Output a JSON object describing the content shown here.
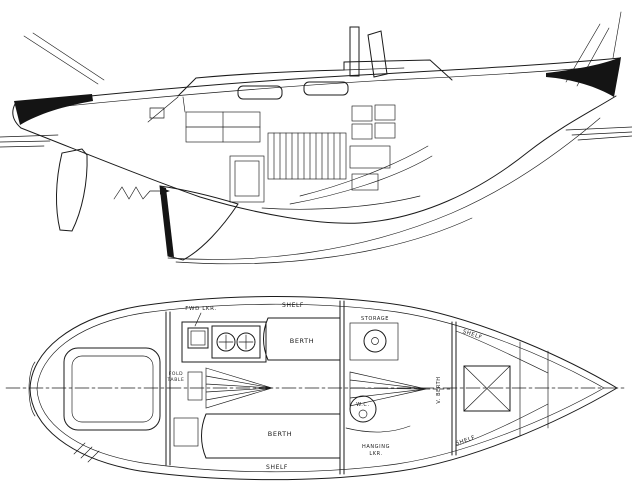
{
  "figure": {
    "ink_color": "#1b1b1b",
    "paper_color": "#ffffff"
  },
  "plan": {
    "labels": {
      "fwd_locker": "FWD LKR.",
      "shelf_top": "SHELF",
      "berth_forward": "BERTH",
      "storage": "STORAGE",
      "shelf_starboard": "SHELF",
      "fold_table_line1": "FOLD",
      "fold_table_line2": "TABLE",
      "v_berth": "V. BERTH",
      "wc": "W.C.",
      "berth_aft": "BERTH",
      "hanging_locker_line1": "HANGING",
      "hanging_locker_line2": "LKR.",
      "shelf_port": "SHELF",
      "shelf_bottom": "SHELF"
    }
  }
}
